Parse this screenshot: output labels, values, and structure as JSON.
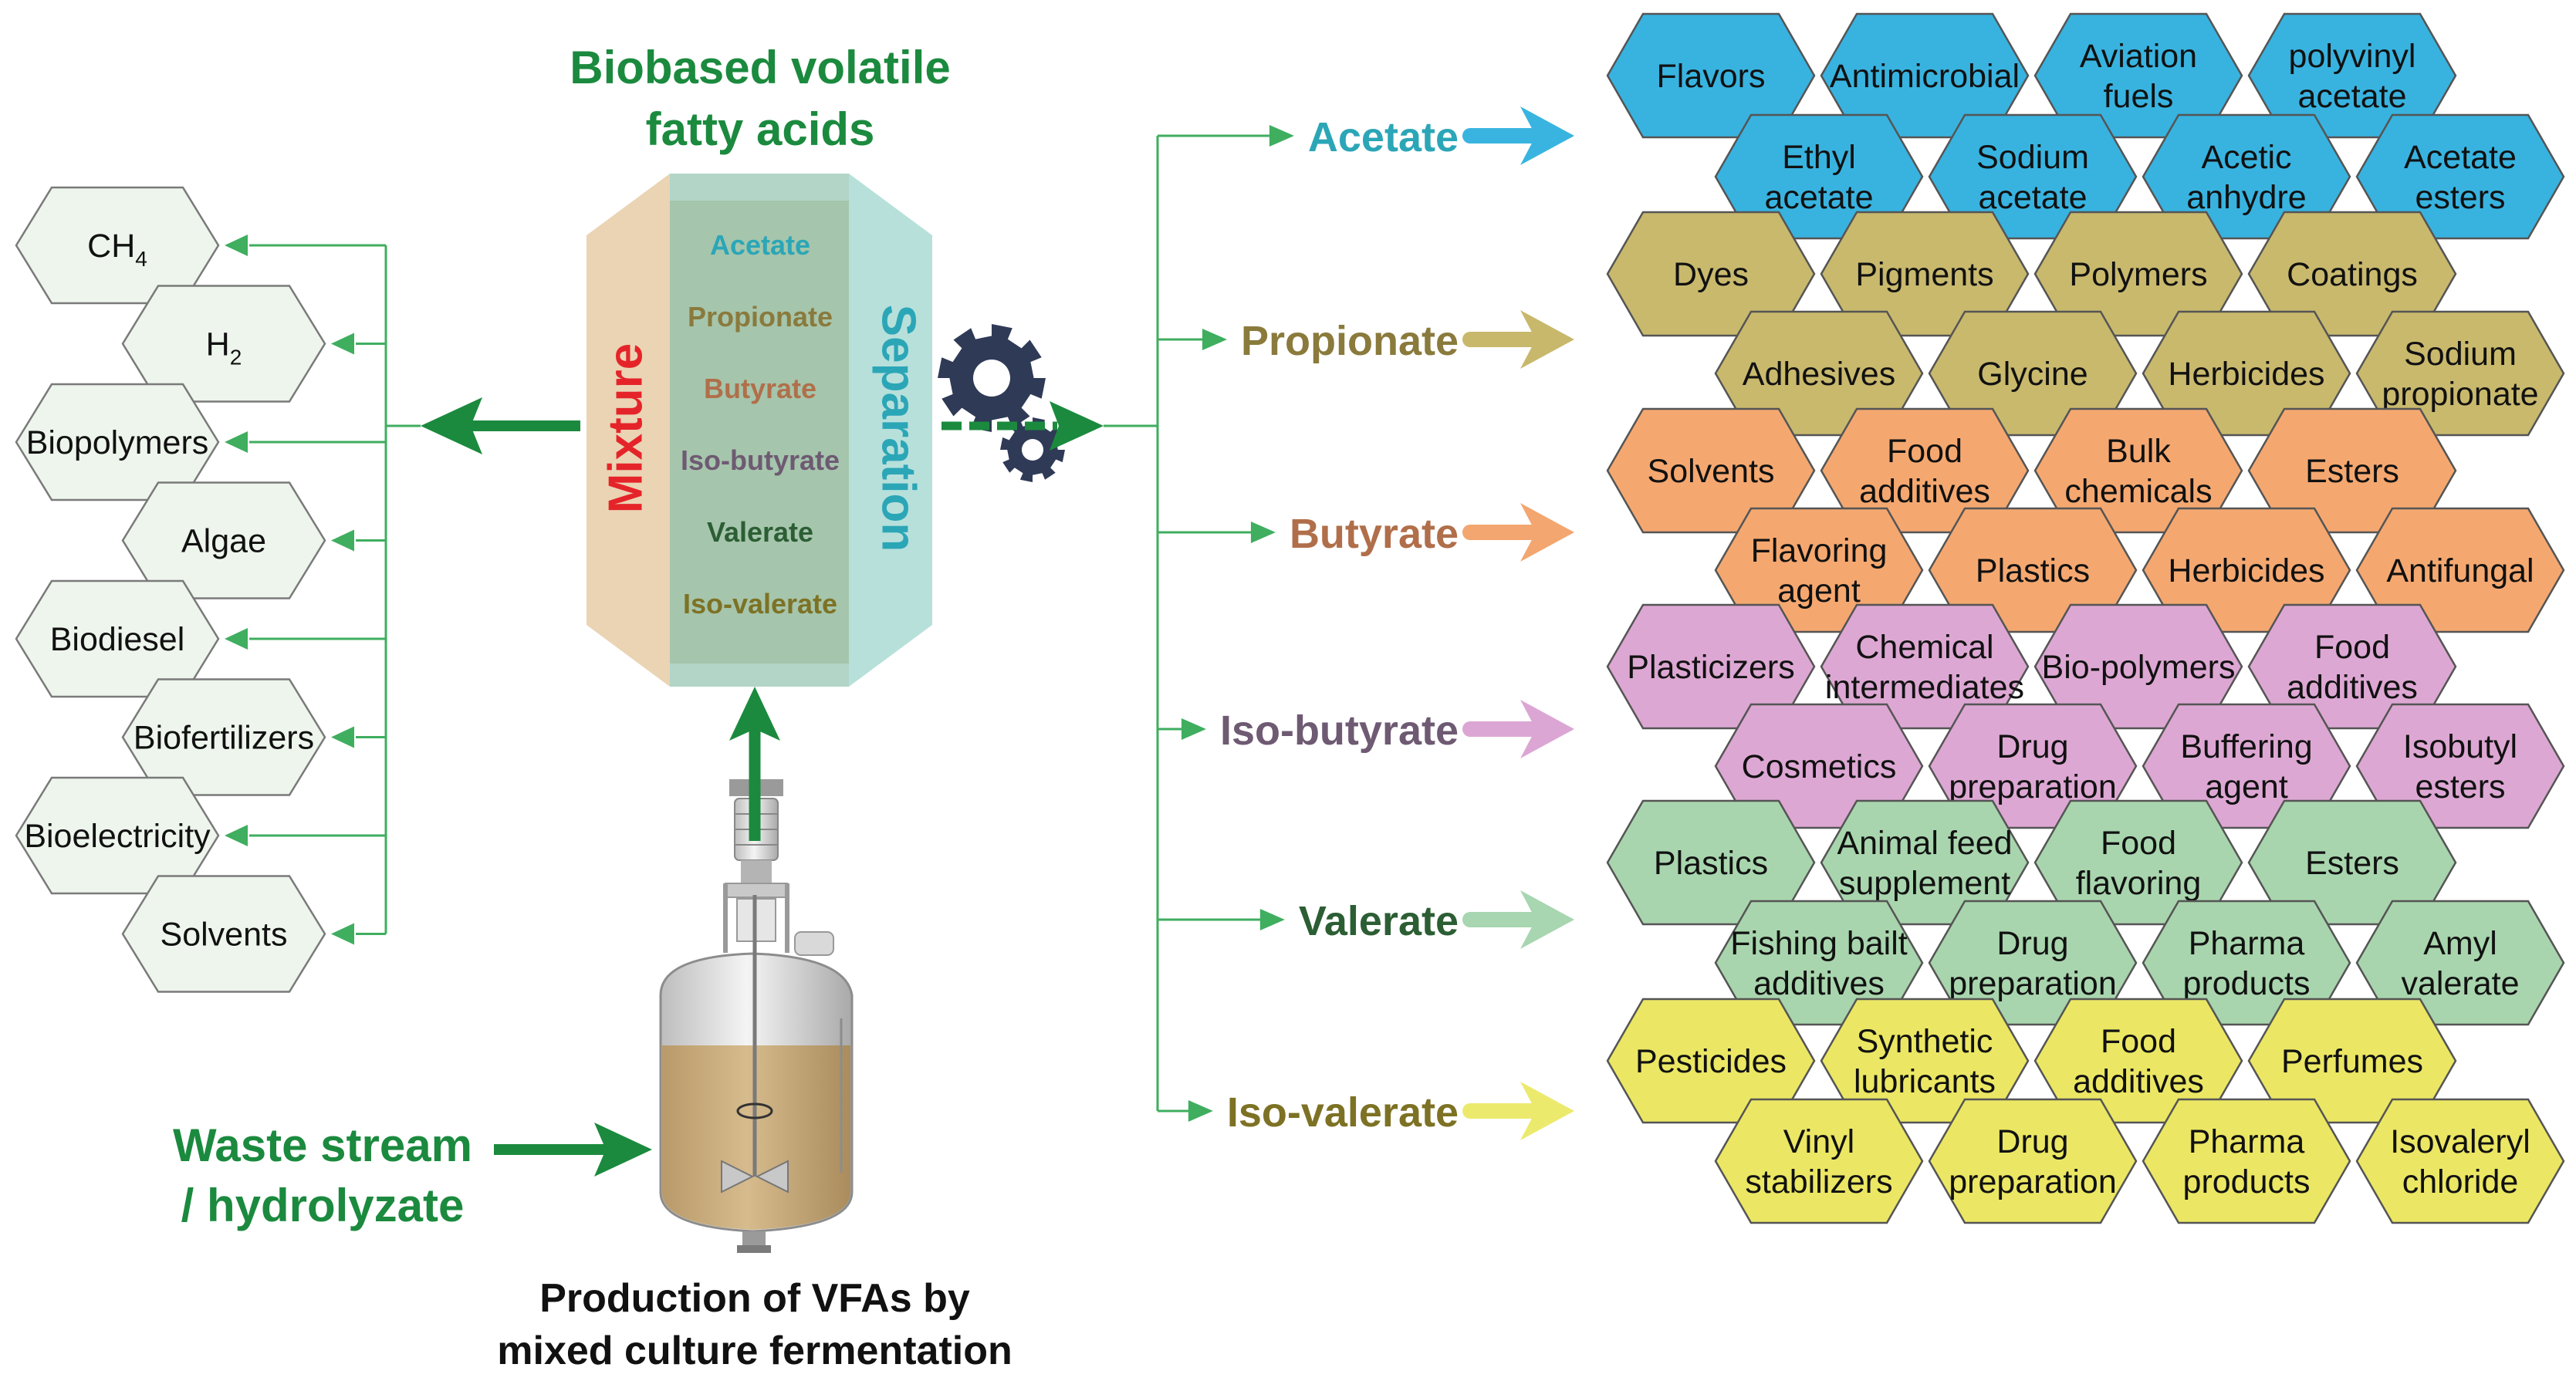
{
  "title": {
    "line1": "Biobased volatile",
    "line2": "fatty acids"
  },
  "hexagon_labels": {
    "mixture": "Mixture",
    "separation": "Separation"
  },
  "acids_center": [
    {
      "label": "Acetate",
      "color": "#2ba6b7"
    },
    {
      "label": "Propionate",
      "color": "#8a7a3c"
    },
    {
      "label": "Butyrate",
      "color": "#b06f4a"
    },
    {
      "label": "Iso-butyrate",
      "color": "#6e5a72"
    },
    {
      "label": "Valerate",
      "color": "#2c5e34"
    },
    {
      "label": "Iso-valerate",
      "color": "#7d7224"
    }
  ],
  "left_products": [
    {
      "label": "CH",
      "sub": "4"
    },
    {
      "label": "H",
      "sub": "2"
    },
    {
      "label": "Biopolymers",
      "sub": ""
    },
    {
      "label": "Algae",
      "sub": ""
    },
    {
      "label": "Biodiesel",
      "sub": ""
    },
    {
      "label": "Biofertilizers",
      "sub": ""
    },
    {
      "label": "Bioelectricity",
      "sub": ""
    },
    {
      "label": "Solvents",
      "sub": ""
    }
  ],
  "feed": {
    "line1": "Waste stream",
    "line2": "/ hydrolyzate"
  },
  "caption": {
    "line1": "Production of VFAs by",
    "line2": "mixed culture fermentation"
  },
  "acid_groups": [
    {
      "name": "Acetate",
      "label_color": "#2ba6b7",
      "arrow_color": "#39b4e0",
      "hex_color": "#38b3e0",
      "row1": [
        [
          "Flavors"
        ],
        [
          "Antimicrobial"
        ],
        [
          "Aviation",
          "fuels"
        ],
        [
          "polyvinyl",
          "acetate"
        ]
      ],
      "row2": [
        [
          "Ethyl",
          "acetate"
        ],
        [
          "Sodium",
          "acetate"
        ],
        [
          "Acetic",
          "anhydre"
        ],
        [
          "Acetate",
          "esters"
        ]
      ]
    },
    {
      "name": "Propionate",
      "label_color": "#8a7a3c",
      "arrow_color": "#c8b86c",
      "hex_color": "#c9b96d",
      "row1": [
        [
          "Dyes"
        ],
        [
          "Pigments"
        ],
        [
          "Polymers"
        ],
        [
          "Coatings"
        ]
      ],
      "row2": [
        [
          "Adhesives"
        ],
        [
          "Glycine"
        ],
        [
          "Herbicides"
        ],
        [
          "Sodium",
          "propionate"
        ]
      ]
    },
    {
      "name": "Butyrate",
      "label_color": "#b06f4a",
      "arrow_color": "#f3a66f",
      "hex_color": "#f4a870",
      "row1": [
        [
          "Solvents"
        ],
        [
          "Food",
          "additives"
        ],
        [
          "Bulk",
          "chemicals"
        ],
        [
          "Esters"
        ]
      ],
      "row2": [
        [
          "Flavoring",
          "agent"
        ],
        [
          "Plastics"
        ],
        [
          "Herbicides"
        ],
        [
          "Antifungal"
        ]
      ]
    },
    {
      "name": "Iso-butyrate",
      "label_color": "#6e5a72",
      "arrow_color": "#dca6d4",
      "hex_color": "#dda7d3",
      "row1": [
        [
          "Plasticizers"
        ],
        [
          "Chemical",
          "intermediates"
        ],
        [
          "Bio-polymers"
        ],
        [
          "Food",
          "additives"
        ]
      ],
      "row2": [
        [
          "Cosmetics"
        ],
        [
          "Drug",
          "preparation"
        ],
        [
          "Buffering",
          "agent"
        ],
        [
          "Isobutyl",
          "esters"
        ]
      ]
    },
    {
      "name": "Valerate",
      "label_color": "#2c5e34",
      "arrow_color": "#a7d6b0",
      "hex_color": "#a8d5ad",
      "row1": [
        [
          "Plastics"
        ],
        [
          "Animal feed",
          "supplement"
        ],
        [
          "Food",
          "flavoring"
        ],
        [
          "Esters"
        ]
      ],
      "row2": [
        [
          "Fishing bailt",
          "additives"
        ],
        [
          "Drug",
          "preparation"
        ],
        [
          "Pharma",
          "products"
        ],
        [
          "Amyl",
          "valerate"
        ]
      ]
    },
    {
      "name": "Iso-valerate",
      "label_color": "#7d7224",
      "arrow_color": "#ecea6c",
      "hex_color": "#ebe764",
      "row1": [
        [
          "Pesticides"
        ],
        [
          "Synthetic",
          "lubricants"
        ],
        [
          "Food",
          "additives"
        ],
        [
          "Perfumes"
        ]
      ],
      "row2": [
        [
          "Vinyl",
          "stabilizers"
        ],
        [
          "Drug",
          "preparation"
        ],
        [
          "Pharma",
          "products"
        ],
        [
          "Isovaleryl",
          "chloride"
        ]
      ]
    }
  ],
  "colors": {
    "green_main": "#1b8a3e",
    "green_line": "#3fae5f",
    "left_hex_fill": "#edf5ec",
    "left_hex_stroke": "#7a7a7a",
    "mixture_fill": "#e9d2b0",
    "separation_fill": "#9fd6cf",
    "mixture_text": "#e5242a",
    "separation_text": "#2ba6b7",
    "gear": "#2f3a56",
    "tank_liquid": "#c8ac80"
  }
}
